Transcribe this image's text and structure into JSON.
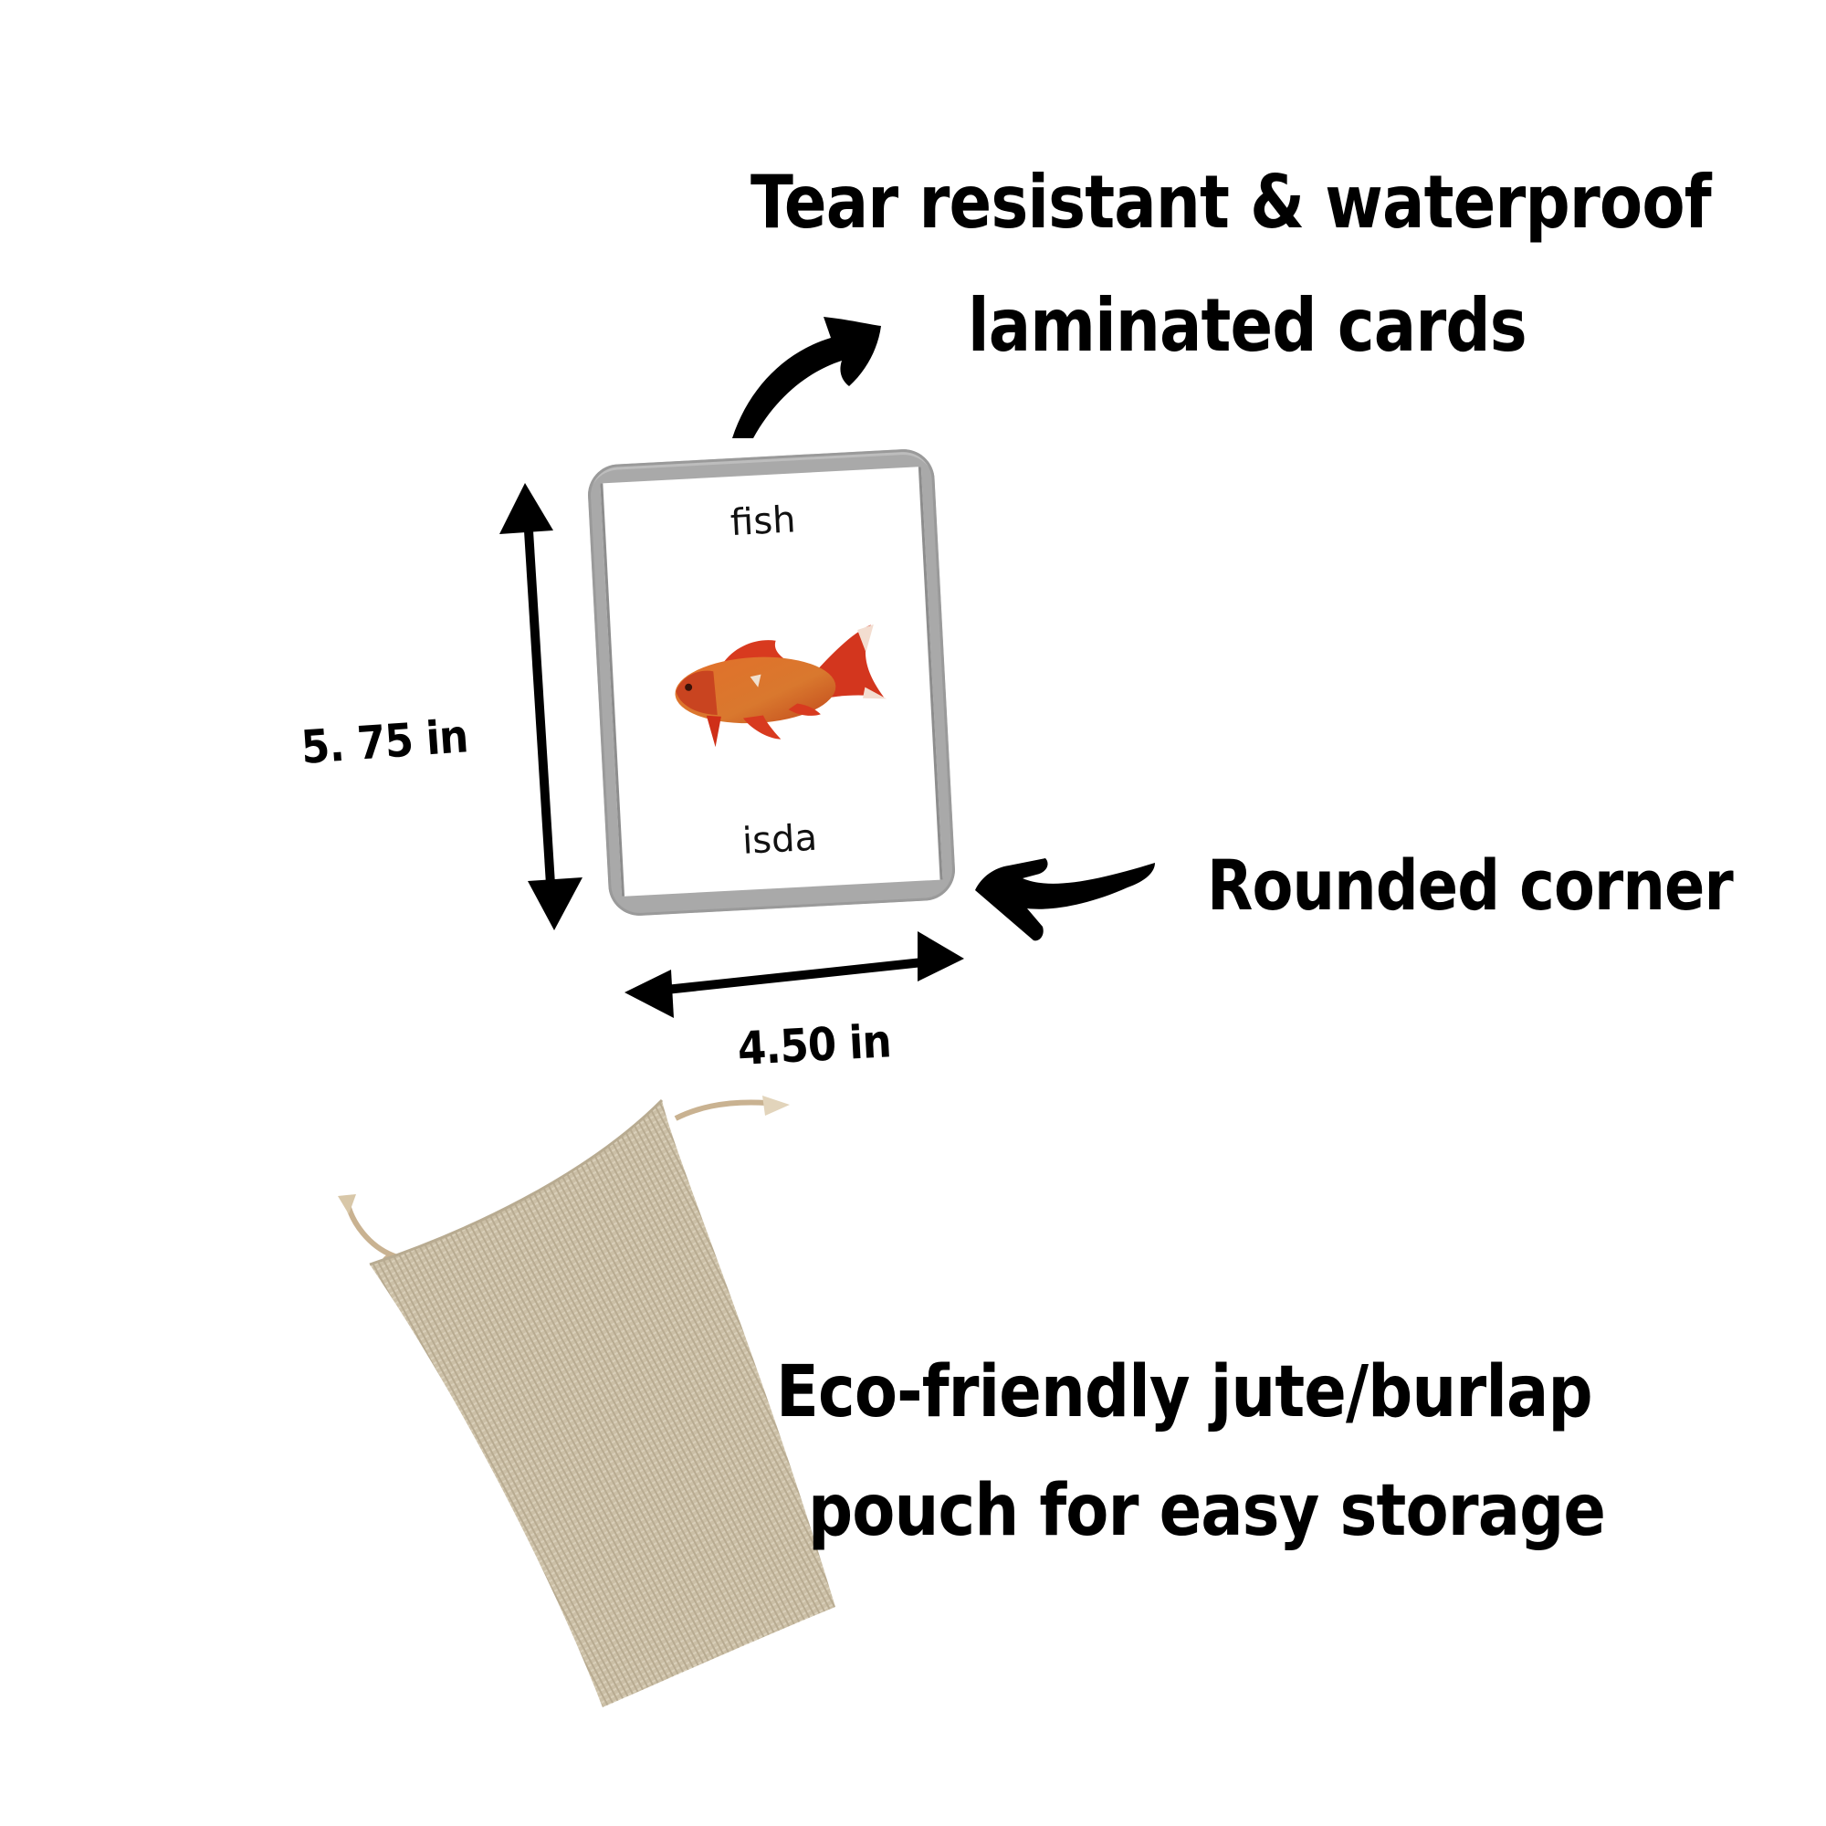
{
  "headline": {
    "line1": "Tear resistant & waterproof",
    "line2": "laminated cards"
  },
  "card": {
    "word_english": "fish",
    "word_translation": "isda",
    "image": "goldfish-illustration",
    "frame_color": "#a9a9a9"
  },
  "dimensions": {
    "height_label": "5. 75 in",
    "width_label": "4.50 in"
  },
  "callouts": {
    "rounded_corner": "Rounded corner"
  },
  "pouch": {
    "line1": "Eco-friendly jute/burlap",
    "line2": "pouch for easy storage",
    "color": "#cbbfa6"
  },
  "icons": {
    "curved_arrow_up_right": "curved-arrow-up-right",
    "curved_arrow_left": "curved-arrow-left",
    "double_arrow_vertical": "double-arrow-vertical",
    "double_arrow_horizontal": "double-arrow-horizontal"
  }
}
